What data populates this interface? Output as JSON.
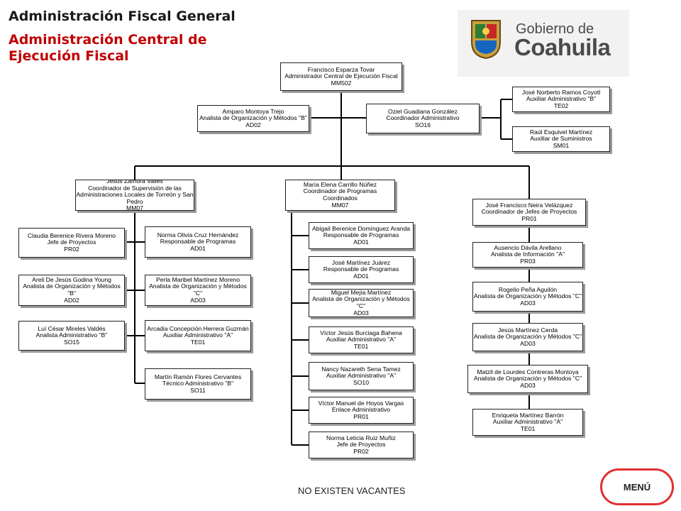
{
  "header": {
    "title": "Administración Fiscal General",
    "subtitle": "Administración Central de Ejecución Fiscal"
  },
  "logo": {
    "line1": "Gobierno de",
    "line2": "Coahuila",
    "icon": "coahuila-shield-icon"
  },
  "org": {
    "director": [
      "Francisco Esparza Tovar",
      "Administrador Central de Ejecución Fiscal",
      "MM502"
    ],
    "analyst_top": [
      "Amparo Montoya Trejo",
      "Analista de Organización y Métodos \"B\"",
      "AD02"
    ],
    "coord_admin": [
      "Oziel Guadiana González",
      "Coordinador Administrativo",
      "SO16"
    ],
    "aux_b": [
      "José Norberto Ramos Coyotl",
      "Auxiliar Administrativo \"B\"",
      "TE02"
    ],
    "aux_sum": [
      "Raúl Esquivel Martínez",
      "Auxiliar de Suministros",
      "SM01"
    ],
    "coord_sup": [
      "Jesús Zamora Valles",
      "Coordinador de Supervisión de las Administraciones Locales de Torreón y San Pedro",
      "MM07"
    ],
    "coord_prog": [
      "María Elena Carrillo Núñez",
      "Coordinador de Programas Coordinados",
      "MM07"
    ],
    "coord_jefes": [
      "José Francisco Neira Velázquez",
      "Coordinador de Jefes de Proyectos",
      "PR01"
    ],
    "left1": [
      "Claudia Berenice Rivera Moreno",
      "Jefe de Proyectos",
      "PR02"
    ],
    "left2": [
      "Areli De Jesús Godina Young",
      "Analista de Organización y Métodos \"B\"",
      "AD02"
    ],
    "left3": [
      "Luí César Mireles Valdés",
      "Analista Administrativo \"B\"",
      "SO15"
    ],
    "mid1": [
      "Norma Olivia Cruz Hernández",
      "Responsable de Programas",
      "AD01"
    ],
    "mid2": [
      "Perla Maribel Martínez Moreno",
      "Analista de Organización y Métodos \"C\"",
      "AD03"
    ],
    "mid3": [
      "Arcadia Concepción Herrera Guzmán",
      "Auxiliar Administrativo \"A\"",
      "TE01"
    ],
    "mid4": [
      "Martín Ramón Flores Cervantes",
      "Técnico Administrativo \"B\"",
      "SO11"
    ],
    "prog1": [
      "Abigail Berenice Domínguez Aranda",
      "Responsable de Programas",
      "AD01"
    ],
    "prog2": [
      "José Martínez Juárez",
      "Responsable de Programas",
      "AD01"
    ],
    "prog3": [
      "Miguel Mejía Martínez",
      "Analista de Organización y Métodos \"C\"",
      "AD03"
    ],
    "prog4": [
      "Víctor Jesús Burciaga Bahena",
      "Auxiliar Administrativo \"A\"",
      "TE01"
    ],
    "prog5": [
      "Nancy Nazareth Sena Tamez",
      "Auxiliar Administrativo \"A\"",
      "SO10"
    ],
    "prog6": [
      "Víctor Manuel de Hoyos Vargas",
      "Enlace Administrativo",
      "PR01"
    ],
    "prog7": [
      "Norma Leticia Ruiz Muñiz",
      "Jefe de Proyectos",
      "PR02"
    ],
    "jefe1": [
      "Ausencio Dávila Arellano",
      "Analista de Información \"A\"",
      "PR03"
    ],
    "jefe2": [
      "Rogelio Peña Aguilón",
      "Analista de Organización y Métodos \"C\"",
      "AD03"
    ],
    "jefe3": [
      "Jesús Martínez Cerda",
      "Analista de Organización y Métodos \"C\"",
      "AD03"
    ],
    "jefe4": [
      "Matzil de Lourdes Contreras Montoya",
      "Analista de Organización y Métodos \"C\"",
      "AD03"
    ],
    "jefe5": [
      "Enriqueta Martínez Barrón",
      "Auxiliar Administrativo \"A\"",
      "TE01"
    ]
  },
  "footer": {
    "vacancies": "NO EXISTEN VACANTES",
    "menu": "MENÚ"
  },
  "colors": {
    "title": "#1a1a1a",
    "subtitle": "#c00000",
    "menu_border": "#e03030",
    "lines": "#000000"
  }
}
